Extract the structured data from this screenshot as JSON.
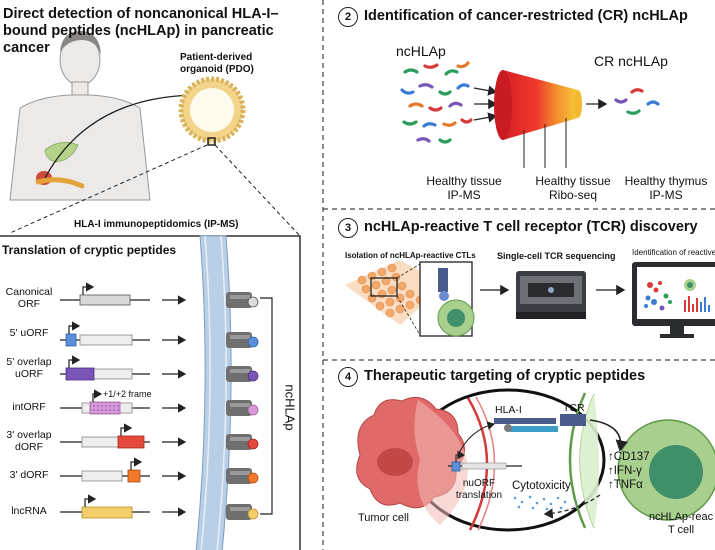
{
  "panel1": {
    "title_lines": [
      "Direct detection of noncanonical HLA-I–",
      "bound peptides (ncHLAp) in pancreatic",
      "cancer"
    ],
    "organoid_label_lines": [
      "Patient-derived",
      "organoid (PDO)"
    ],
    "immunopeptidomics_label": "HLA-I immunopeptidomics (IP-MS)",
    "translation_title": "Translation of cryptic peptides",
    "orf_labels": [
      "Canonical\nORF",
      "5' uORF",
      "5' overlap\nuORF",
      "intORF",
      "3' overlap\ndORF",
      "3' dORF",
      "lncRNA"
    ],
    "frame_label": "+1/+2 frame",
    "bracket_label": "ncHLAp"
  },
  "panel2": {
    "number": "2",
    "title": "Identification of cancer-restricted (CR) ncHLAp",
    "input_label": "ncHLAp",
    "output_label": "CR ncHLAp",
    "filters": [
      {
        "line1": "Healthy tissue",
        "line2": "IP-MS"
      },
      {
        "line1": "Healthy tissue",
        "line2": "Ribo-seq"
      },
      {
        "line1": "Healthy thymus",
        "line2": "IP-MS"
      }
    ]
  },
  "panel3": {
    "number": "3",
    "title": "ncHLAp-reactive T cell receptor (TCR) discovery",
    "step1": "Isolation of ncHLAp-reactive CTLs",
    "step2": "Single-cell TCR sequencing",
    "step3": "Identification of reactive"
  },
  "panel4": {
    "number": "4",
    "title": "Therapeutic targeting of cryptic peptides",
    "hla_label": "HLA-I",
    "tcr_label": "TCR",
    "nuorf_lines": [
      "nuORF",
      "translation"
    ],
    "cytotoxicity": "Cytotoxicity",
    "markers": [
      "↑CD137",
      "↑IFN-γ",
      "↑TNFα"
    ],
    "tumor_label": "Tumor cell",
    "tcell_lines": [
      "ncHLAp-reac",
      "T cell"
    ]
  },
  "colors": {
    "funnel_red": "#e8302c",
    "funnel_orange": "#f07a2a",
    "funnel_yellow": "#f6c93a",
    "organoid": "#f2d58a",
    "membrane_blue": "#b9cfe6",
    "tumor": "#e06a6a",
    "tcell_green": "#a9cf8f",
    "tcell_dark": "#3f8f6a"
  }
}
